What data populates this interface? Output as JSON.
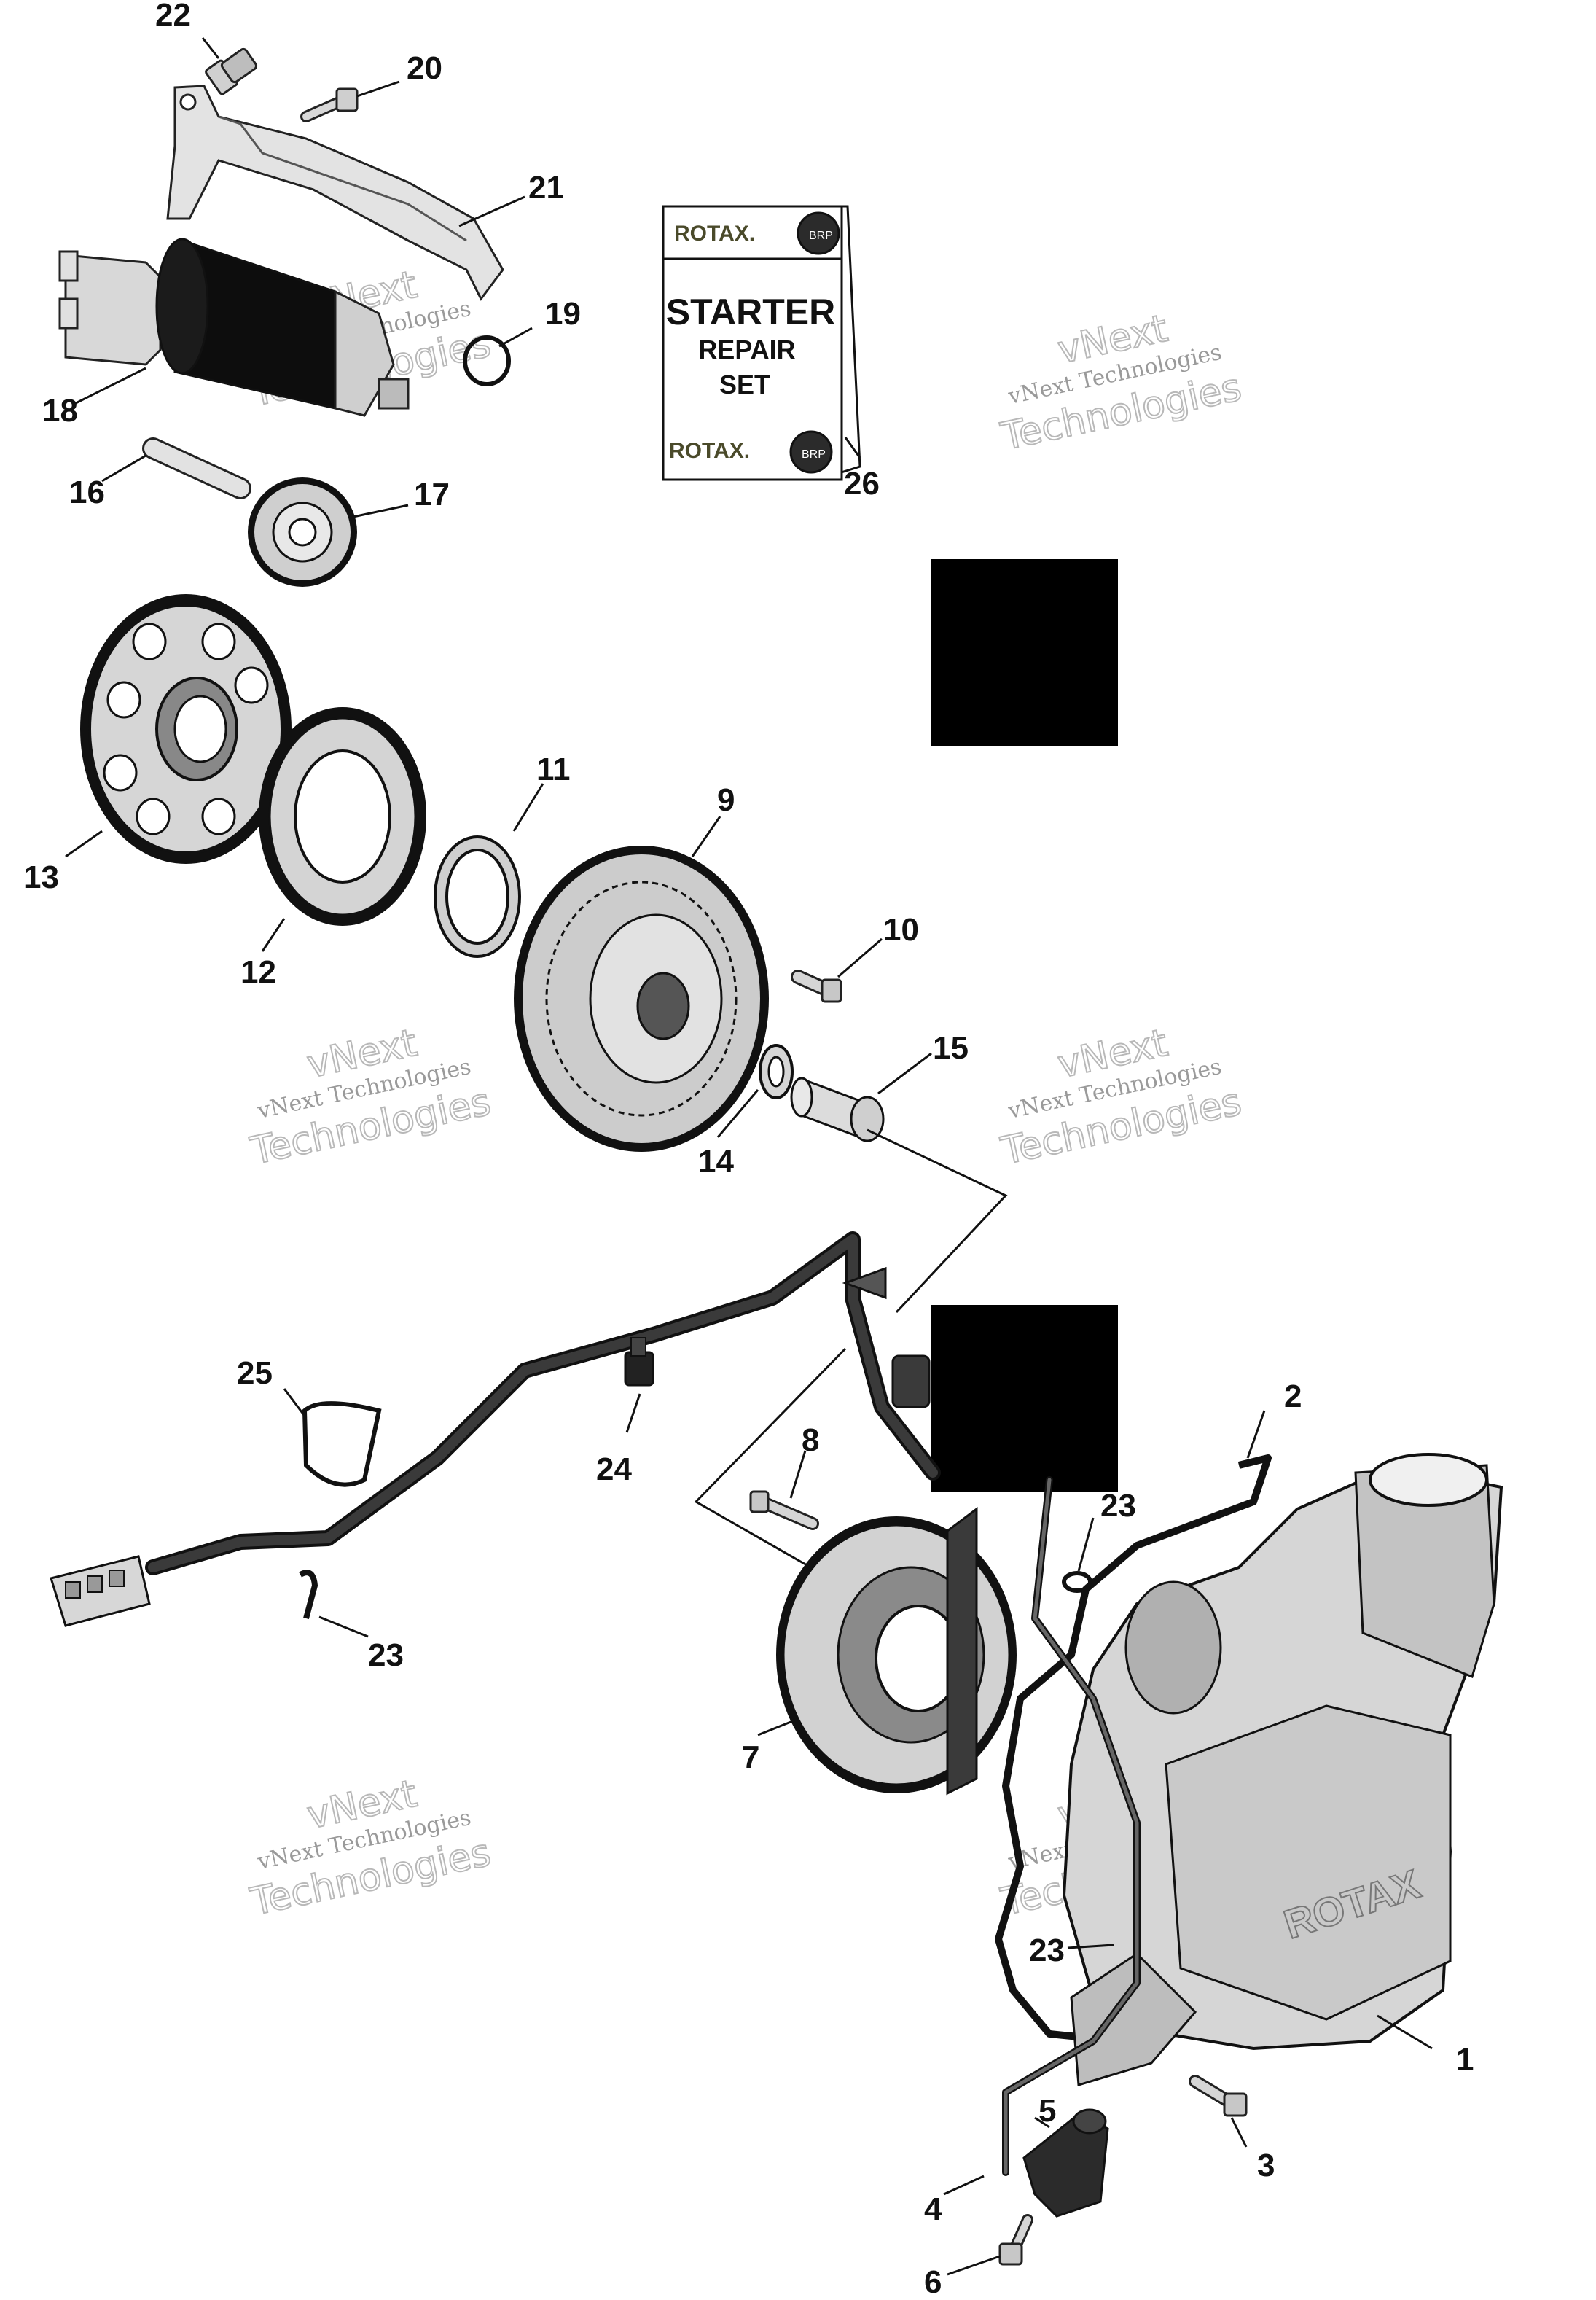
{
  "callouts": {
    "c1": "1",
    "c2": "2",
    "c3": "3",
    "c4": "4",
    "c5": "5",
    "c6": "6",
    "c7": "7",
    "c8": "8",
    "c9": "9",
    "c10": "10",
    "c11": "11",
    "c12": "12",
    "c13": "13",
    "c14": "14",
    "c15": "15",
    "c16": "16",
    "c17": "17",
    "c18": "18",
    "c19": "19",
    "c20": "20",
    "c21": "21",
    "c22": "22",
    "c23a": "23",
    "c23b": "23",
    "c23c": "23",
    "c24": "24",
    "c25": "25",
    "c26": "26"
  },
  "repair_set_card": {
    "brand_top": "ROTAX.",
    "title": "STARTER",
    "line2": "REPAIR",
    "line3": "SET",
    "brand_bottom": "ROTAX.",
    "badge": "BRP"
  },
  "watermark": {
    "line_small": "vNext Technologies",
    "line_big_1": "vNext",
    "line_big_2": "Technologies"
  },
  "cover_brand": "ROTAX",
  "colors": {
    "part_fill": "#d9d9d9",
    "part_dark": "#1a1a1a",
    "line": "#111111",
    "watermark": "#b0b0b0"
  }
}
